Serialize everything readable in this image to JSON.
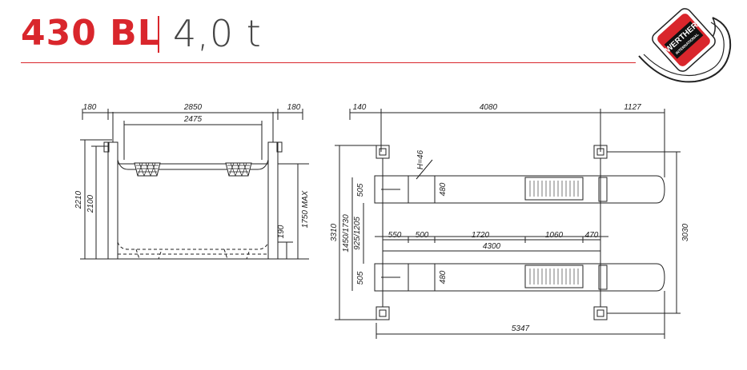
{
  "header": {
    "model": "430 BL",
    "capacity": "4,0 t",
    "brand_color": "#d9262c",
    "logo_text_line1": "WERTHER",
    "logo_text_line2": "INTERNATIONAL"
  },
  "front_view": {
    "dims": {
      "left_post": "180",
      "span": "2850",
      "right_post": "180",
      "inner": "2475",
      "total_height": "2210",
      "post_height": "2100",
      "min_height": "190",
      "max_height": "1750 MAX"
    }
  },
  "top_view": {
    "dims": {
      "left_offset": "140",
      "length": "4080",
      "right_offset": "1127",
      "h": "H=46",
      "pad_width_top": "505",
      "pad_width_bottom": "505",
      "runway_width_top": "480",
      "runway_width_bottom": "480",
      "total_width": "3310",
      "track": "1450/1730",
      "inner_track": "925/1205",
      "seg_a": "550",
      "seg_b": "500",
      "seg_c": "1720",
      "seg_d": "1060",
      "seg_e": "470",
      "runway_length": "4300",
      "overall_length": "5347",
      "post_centers": "3030"
    }
  }
}
